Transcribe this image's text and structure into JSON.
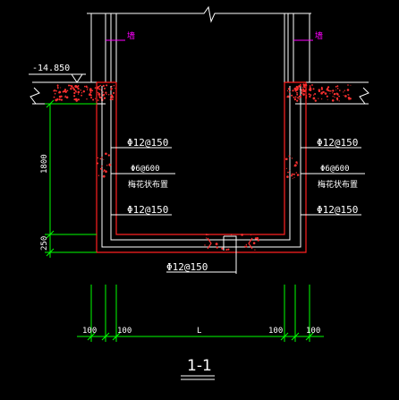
{
  "elevation": {
    "value": "-14.850"
  },
  "wall_tag": {
    "left": "墙",
    "right": "墙"
  },
  "rebar": {
    "left": [
      {
        "text": "Φ12@150"
      },
      {
        "text": "Φ6@600"
      },
      {
        "text": "梅花状布置"
      },
      {
        "text": "Φ12@150"
      }
    ],
    "right": [
      {
        "text": "Φ12@150"
      },
      {
        "text": "Φ6@600"
      },
      {
        "text": "梅花状布置"
      },
      {
        "text": "Φ12@150"
      }
    ],
    "bottom": "Φ12@150"
  },
  "dimensions": {
    "vertical_upper": "1800",
    "vertical_lower": "250",
    "bottom": [
      "100",
      "100",
      "L",
      "100",
      "100"
    ]
  },
  "section_title": "1-1",
  "colors": {
    "background": "#000000",
    "concrete_outline": "#ff2020",
    "rebar": "#ffffff",
    "dimension": "#00ff00",
    "tag": "#ff00ff",
    "hatch": "#ff3030"
  }
}
